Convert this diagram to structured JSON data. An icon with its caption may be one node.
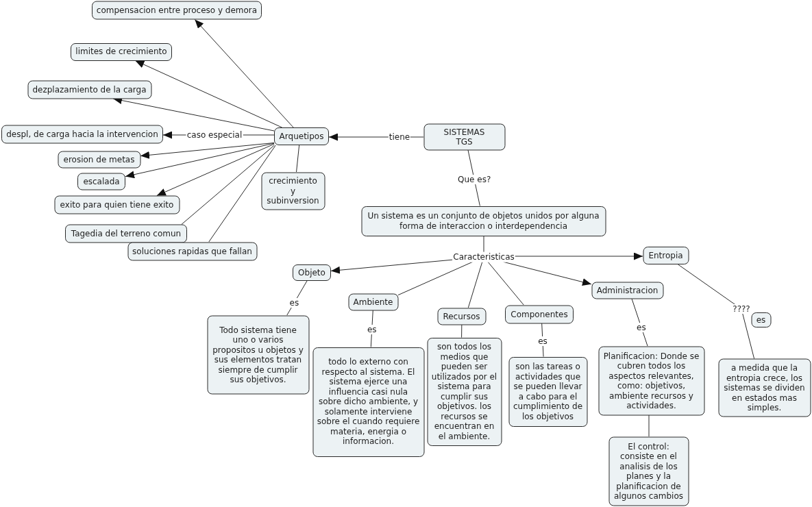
{
  "diagram": {
    "nodes": [
      {
        "text": [
          "compensacion entre proceso y demora"
        ]
      },
      {
        "text": [
          "limites de crecimiento"
        ]
      },
      {
        "text": [
          "dezplazamiento de la carga"
        ]
      },
      {
        "text": [
          "despl, de carga hacia la intervencion"
        ]
      },
      {
        "text": [
          "caso especial"
        ]
      },
      {
        "text": [
          "Arquetipos"
        ]
      },
      {
        "text": [
          "SISTEMAS TGS"
        ]
      },
      {
        "text": [
          "erosion de metas"
        ]
      },
      {
        "text": [
          "escalada"
        ]
      },
      {
        "text": [
          "crecimiento y subinversion"
        ]
      },
      {
        "text": [
          "exito para quien tiene exito"
        ]
      },
      {
        "text": [
          "Tagedia del terreno comun"
        ]
      },
      {
        "text": [
          "soluciones rapidas que fallan"
        ]
      },
      {
        "text": [
          "Un sistema es un conjunto de objetos unidos por alguna forma de interaccion o interdependencia"
        ]
      },
      {
        "text": [
          "Caracteristicas"
        ]
      },
      {
        "text": [
          "Entropia"
        ]
      },
      {
        "text": [
          "Objeto"
        ]
      },
      {
        "text": [
          "Administracion"
        ]
      },
      {
        "text": [
          "Ambiente"
        ]
      },
      {
        "text": [
          "Recursos"
        ]
      },
      {
        "text": [
          "Componentes"
        ]
      },
      {
        "text": [
          "es"
        ]
      },
      {
        "text": [
          "Todo sistema tiene uno o varios propositos u objetos y sus elementos tratan siempre de cumplir sus objetivos."
        ]
      },
      {
        "text": [
          "son todos los medios que pueden ser utilizados por el sistema para cumplir sus objetivos. los recursos se encuentran en el ambiente."
        ]
      },
      {
        "text": [
          "Planificacion: Donde se cubren todos los aspectos relevantes, como: objetivos, ambiente recursos y actividades."
        ]
      },
      {
        "text": [
          "son las tareas o actividades que se pueden llevar a cabo para el cumplimiento de los objetivos"
        ]
      },
      {
        "text": [
          "todo lo externo con respecto al sistema. El sistema ejerce una influencia casi nula sobre dicho ambiente, y solamente interviene sobre el cuando requiere materia, energia o informacion."
        ]
      },
      {
        "text": [
          "a medida que la entropia crece, los sistemas se dividen en estados mas simples."
        ]
      },
      {
        "text": [
          "El control: consiste en el analisis de los planes y la planificacion de algunos cambios"
        ]
      }
    ],
    "edges": [
      {
        "from": 6,
        "to": 5,
        "arrow": "to",
        "label": "tiene"
      },
      {
        "from": 5,
        "to": 0,
        "arrow": "to"
      },
      {
        "from": 5,
        "to": 1,
        "arrow": "to"
      },
      {
        "from": 5,
        "to": 2,
        "arrow": "to"
      },
      {
        "from": 5,
        "to": 4,
        "arrow": "none"
      },
      {
        "from": 4,
        "to": 3,
        "arrow": "to"
      },
      {
        "from": 5,
        "to": 7,
        "arrow": "to"
      },
      {
        "from": 5,
        "to": 8,
        "arrow": "to"
      },
      {
        "from": 5,
        "to": 10,
        "arrow": "to"
      },
      {
        "from": 5,
        "to": 11,
        "arrow": "none"
      },
      {
        "from": 5,
        "to": 12,
        "arrow": "none"
      },
      {
        "from": 5,
        "to": 9,
        "arrow": "none"
      },
      {
        "from": 6,
        "to": 13,
        "arrow": "none",
        "label": "Que es?"
      },
      {
        "from": 13,
        "to": 14,
        "arrow": "none"
      },
      {
        "from": 14,
        "to": 16,
        "arrow": "to"
      },
      {
        "from": 14,
        "to": 18,
        "arrow": "none"
      },
      {
        "from": 14,
        "to": 19,
        "arrow": "none"
      },
      {
        "from": 14,
        "to": 20,
        "arrow": "none"
      },
      {
        "from": 14,
        "to": 17,
        "arrow": "to"
      },
      {
        "from": 14,
        "to": 15,
        "arrow": "to"
      },
      {
        "from": 16,
        "to": 22,
        "arrow": "none",
        "label": "es"
      },
      {
        "from": 18,
        "to": 26,
        "arrow": "none",
        "label": "es"
      },
      {
        "from": 19,
        "to": 23,
        "arrow": "none"
      },
      {
        "from": 20,
        "to": 25,
        "arrow": "none",
        "label": "es"
      },
      {
        "from": 17,
        "to": 24,
        "arrow": "none",
        "label": "es"
      },
      {
        "from": 24,
        "to": 28,
        "arrow": "none"
      },
      {
        "from": 15,
        "to": 27,
        "arrow": "none",
        "label": "????"
      }
    ]
  }
}
